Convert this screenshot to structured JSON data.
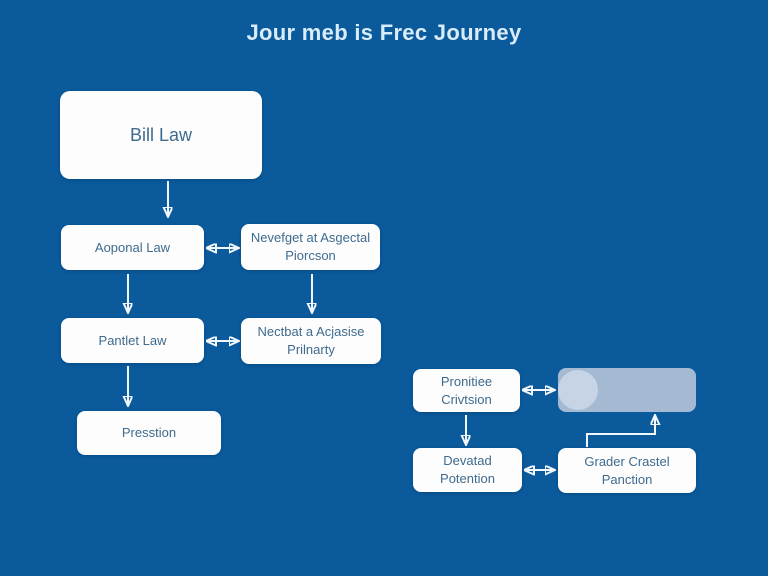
{
  "title": "Jour meb is Frec Journey",
  "colors": {
    "background": "#0a5a9c",
    "node_fill": "#fdfdfe",
    "node_text": "#3e6b8e",
    "title_text": "#d9ecf9",
    "arrow": "#f2f7fb",
    "pill_fill": "#a4bad3",
    "pill_circle": "#c6d4e6"
  },
  "nodes": {
    "bill_law": {
      "label": "Bill Law"
    },
    "aoponal": {
      "label": "Aoponal Law"
    },
    "nevefget": {
      "label": "Nevefget at Asgectal Piorcson"
    },
    "pantlet": {
      "label": "Pantlet Law"
    },
    "nectbat": {
      "label": "Nectbat a Acjasise Prilnarty"
    },
    "presstion": {
      "label": "Presstion"
    },
    "pronitiee": {
      "label": "Pronitiee Crivtsion"
    },
    "devatad": {
      "label": "Devatad Potention"
    },
    "grader": {
      "label": "Grader Crastel Panction"
    }
  }
}
